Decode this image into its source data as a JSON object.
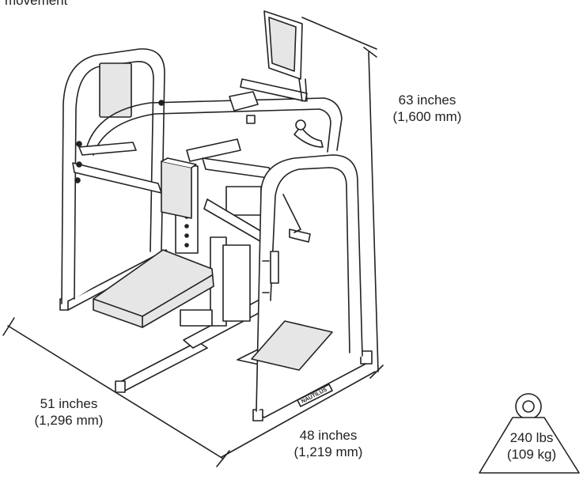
{
  "caption": {
    "text": "movement"
  },
  "dimensions": {
    "height": {
      "imperial": "63 inches",
      "metric": "(1,600 mm)"
    },
    "depth": {
      "imperial": "51 inches",
      "metric": "(1,296 mm)"
    },
    "width": {
      "imperial": "48 inches",
      "metric": "(1,219 mm)"
    }
  },
  "weight": {
    "imperial": "240 lbs",
    "metric": "(109 kg)"
  },
  "brand": {
    "text": "NAUTILUS"
  },
  "colors": {
    "line": "#222222",
    "frame_fill": "#ffffff",
    "pad_fill": "#e6e6e6"
  }
}
